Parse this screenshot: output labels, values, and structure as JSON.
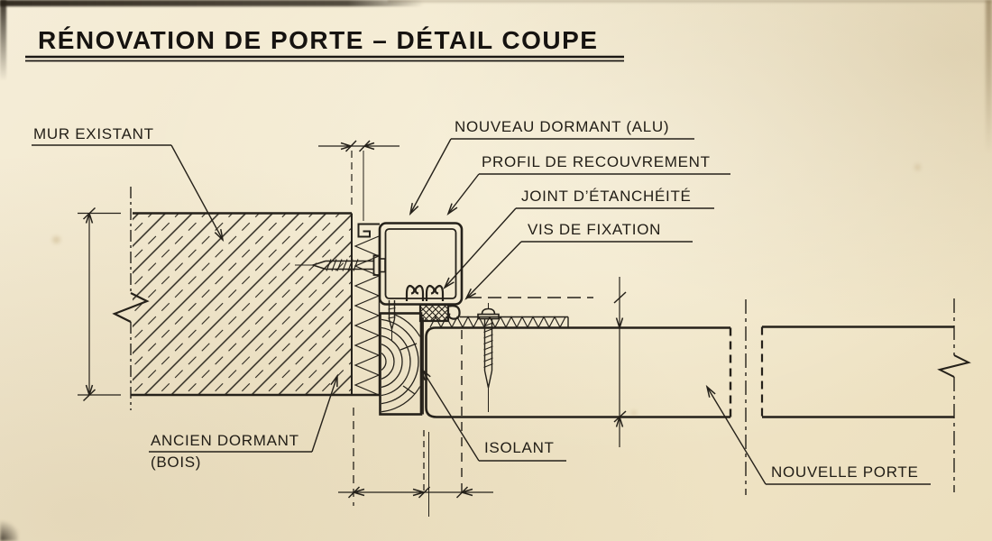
{
  "colors": {
    "paper": "#f1e7cb",
    "ink": "#25211a"
  },
  "title": "RÉNOVATION DE PORTE – DÉTAIL COUPE",
  "labels": {
    "mur_existant": "MUR EXISTANT",
    "nouveau_dormant": "NOUVEAU DORMANT (ALU)",
    "profil_recouvrement": "PROFIL DE RECOUVREMENT",
    "joint_etancheite": "JOINT D’ÉTANCHÉITÉ",
    "vis_fixation": "VIS DE FIXATION",
    "ancien_dormant_line1": "ANCIEN DORMANT",
    "ancien_dormant_line2": "(BOIS)",
    "isolant": "ISOLANT",
    "nouvelle_porte": "NOUVELLE PORTE"
  }
}
